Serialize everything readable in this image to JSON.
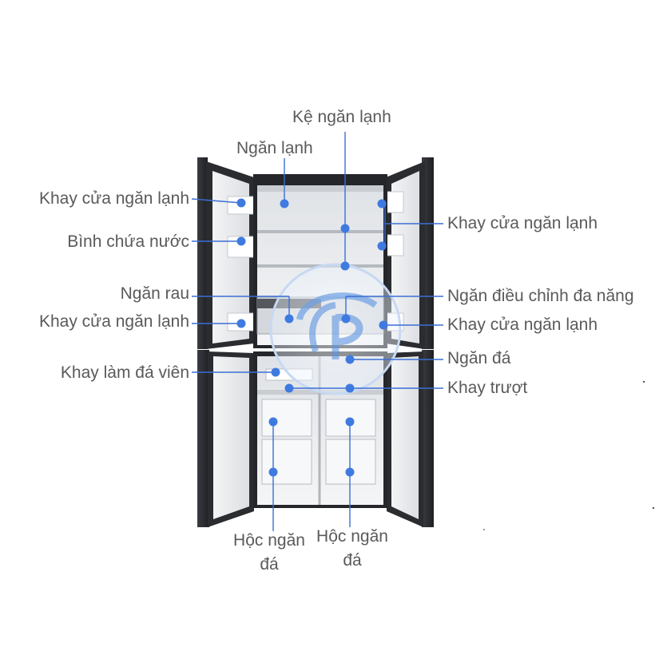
{
  "labels": {
    "ke_ngan_lanh": "Kệ ngăn lạnh",
    "ngan_lanh": "Ngăn lạnh",
    "khay_cua_left_top": "Khay cửa ngăn lạnh",
    "binh_chua_nuoc": "Bình chứa nước",
    "khay_cua_right_top": "Khay cửa ngăn lạnh",
    "ngan_rau": "Ngăn rau",
    "ngan_dieu_chinh": "Ngăn điều chỉnh đa năng",
    "khay_cua_left_mid": "Khay cửa ngăn lạnh",
    "khay_cua_right_mid": "Khay cửa ngăn lạnh",
    "ngan_da": "Ngăn đá",
    "khay_lam_da": "Khay làm đá viên",
    "khay_truot": "Khay trượt",
    "hoc_ngan_da_left": "Hộc ngăn đá",
    "hoc_ngan_da_right": "Hộc ngăn đá"
  },
  "colors": {
    "label_text": "#5a5a5a",
    "leader_line": "#3b6fd6",
    "dot": "#3f7ae0",
    "fridge_frame": "#2b2d31",
    "interior": "#eef0f2",
    "watermark": "#7aa7e8"
  },
  "icons": {
    "watermark": "logo-icon"
  }
}
